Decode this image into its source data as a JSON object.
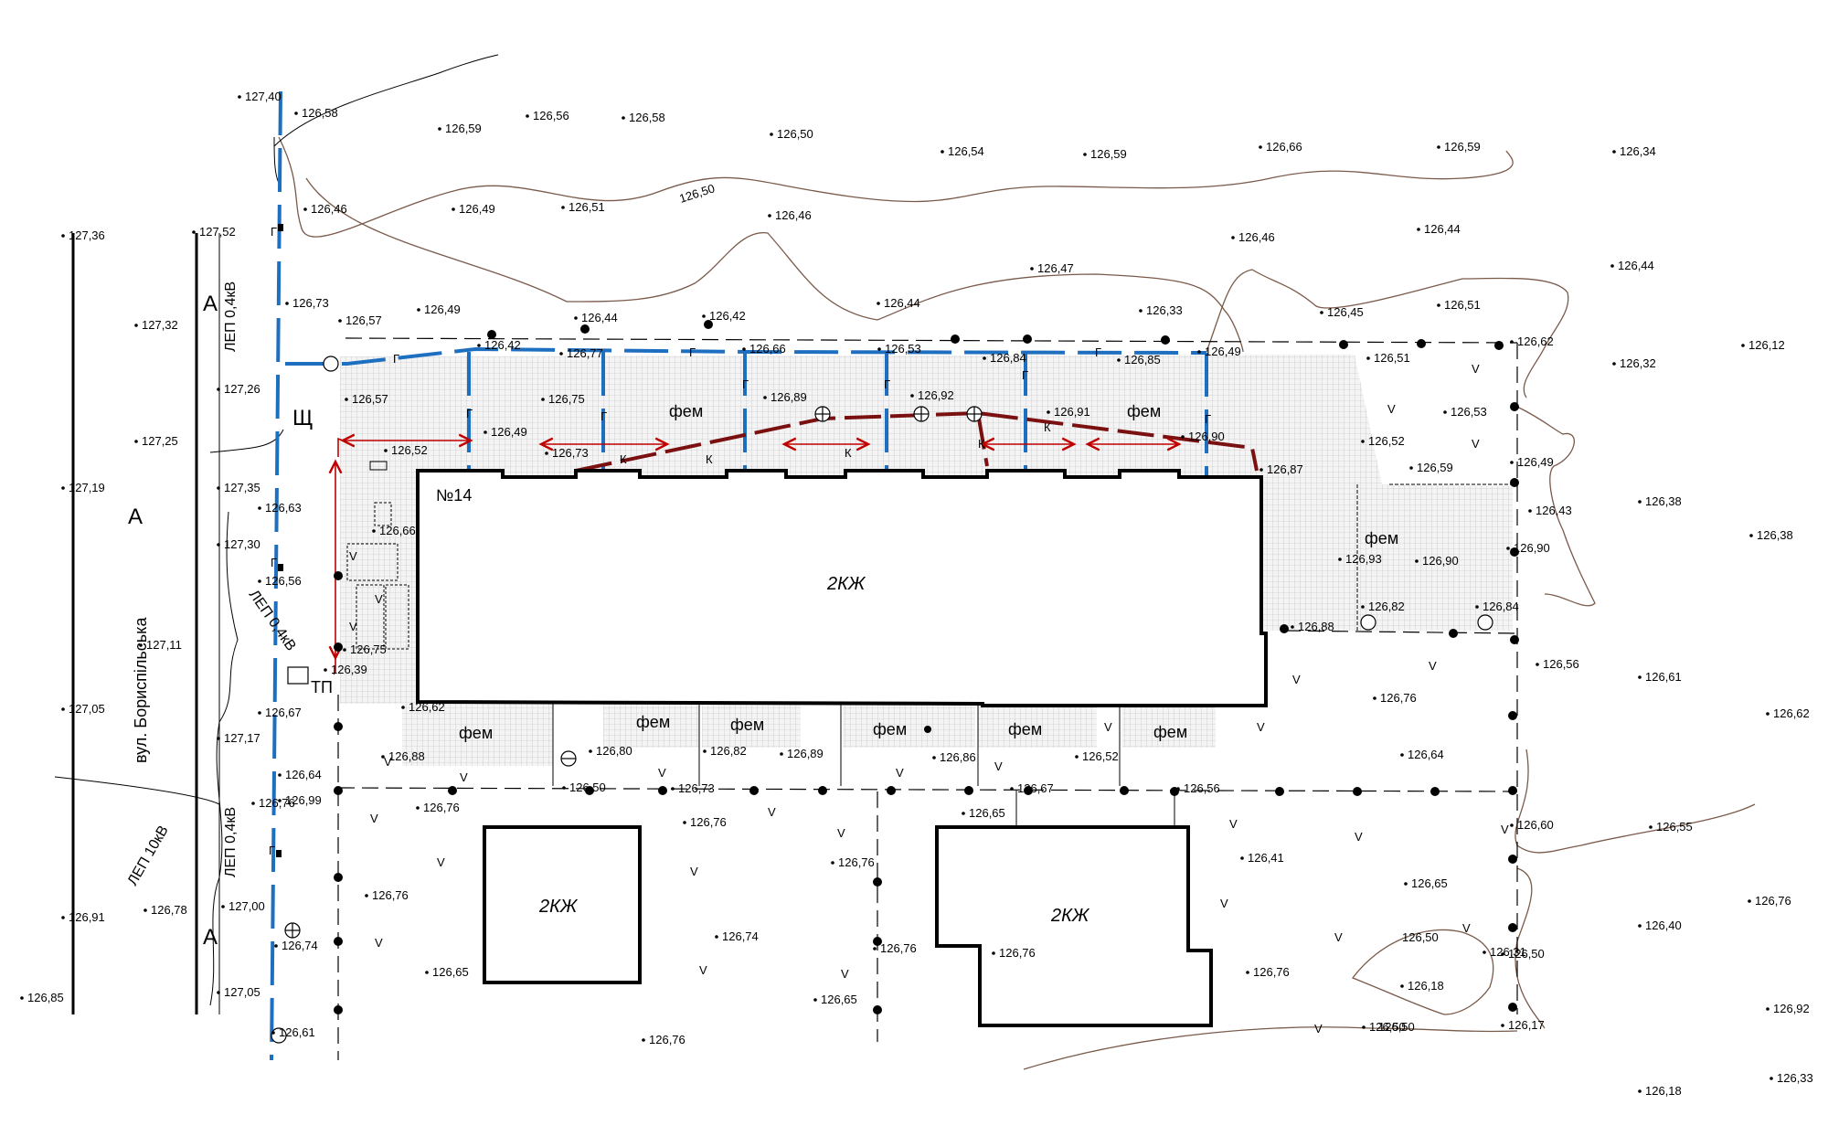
{
  "street": "вул. Бориспільська",
  "building_no": "№14",
  "labels": {
    "a1": "А",
    "a2": "А",
    "a3": "А",
    "shch": "Щ",
    "tp": "ТП",
    "lep_04_top": "ЛЕП 0,4кВ",
    "lep_04_mid": "ЛЕП 0,4кВ",
    "lep_04_bottom": "ЛЕП 0,4кВ",
    "lep_10": "ЛЕП 10кВ"
  },
  "buildings": [
    "2КЖ",
    "2КЖ",
    "2КЖ"
  ],
  "paving": [
    "фем",
    "фем",
    "фем",
    "фем",
    "фем",
    "фем",
    "фем",
    "фем",
    "фем"
  ],
  "utility_marks": {
    "gas": "Г",
    "sewer": "К",
    "vegetation": "V"
  },
  "contours": [
    "126,50",
    "126,50",
    "126,50"
  ],
  "elevations": [
    "127,40",
    "126,58",
    "126,59",
    "126,56",
    "126,58",
    "126,50",
    "126,54",
    "126,59",
    "126,66",
    "126,59",
    "126,34",
    "126,46",
    "126,49",
    "126,51",
    "126,46",
    "126,46",
    "126,44",
    "126,44",
    "127,36",
    "127,52",
    "126,47",
    "126,73",
    "126,49",
    "126,44",
    "126,42",
    "126,44",
    "126,33",
    "126,45",
    "126,51",
    "127,32",
    "126,57",
    "126,42",
    "126,77",
    "126,66",
    "126,53",
    "126,84",
    "126,85",
    "126,49",
    "126,62",
    "126,12",
    "126,51",
    "126,32",
    "127,26",
    "126,57",
    "126,75",
    "126,89",
    "126,92",
    "126,91",
    "126,53",
    "127,25",
    "126,52",
    "126,49",
    "126,73",
    "126,90",
    "126,52",
    "126,87",
    "126,59",
    "126,49",
    "127,19",
    "127,35",
    "126,63",
    "126,43",
    "126,38",
    "126,38",
    "127,30",
    "126,66",
    "126,93",
    "126,90",
    "126,90",
    "126,56",
    "126,82",
    "126,84",
    "127,11",
    "126,88",
    "126,75",
    "126,39",
    "126,56",
    "126,61",
    "127,05",
    "126,67",
    "126,62",
    "126,76",
    "126,62",
    "127,17",
    "126,64",
    "126,88",
    "126,80",
    "126,82",
    "126,89",
    "126,86",
    "126,52",
    "126,64",
    "126,99",
    "126,76",
    "126,76",
    "126,50",
    "126,73",
    "126,67",
    "126,56",
    "126,65",
    "126,76",
    "126,60",
    "126,55",
    "126,76",
    "126,65",
    "126,76",
    "126,41",
    "126,92",
    "126,78",
    "126,76",
    "126,74",
    "126,76",
    "126,91",
    "126,40",
    "126,74",
    "126,76",
    "126,50",
    "126,31",
    "127,00",
    "126,65",
    "126,76",
    "127,05",
    "126,65",
    "126,18",
    "126,85",
    "126,61",
    "126,76",
    "126,50",
    "126,17",
    "126,33",
    "126,18"
  ]
}
